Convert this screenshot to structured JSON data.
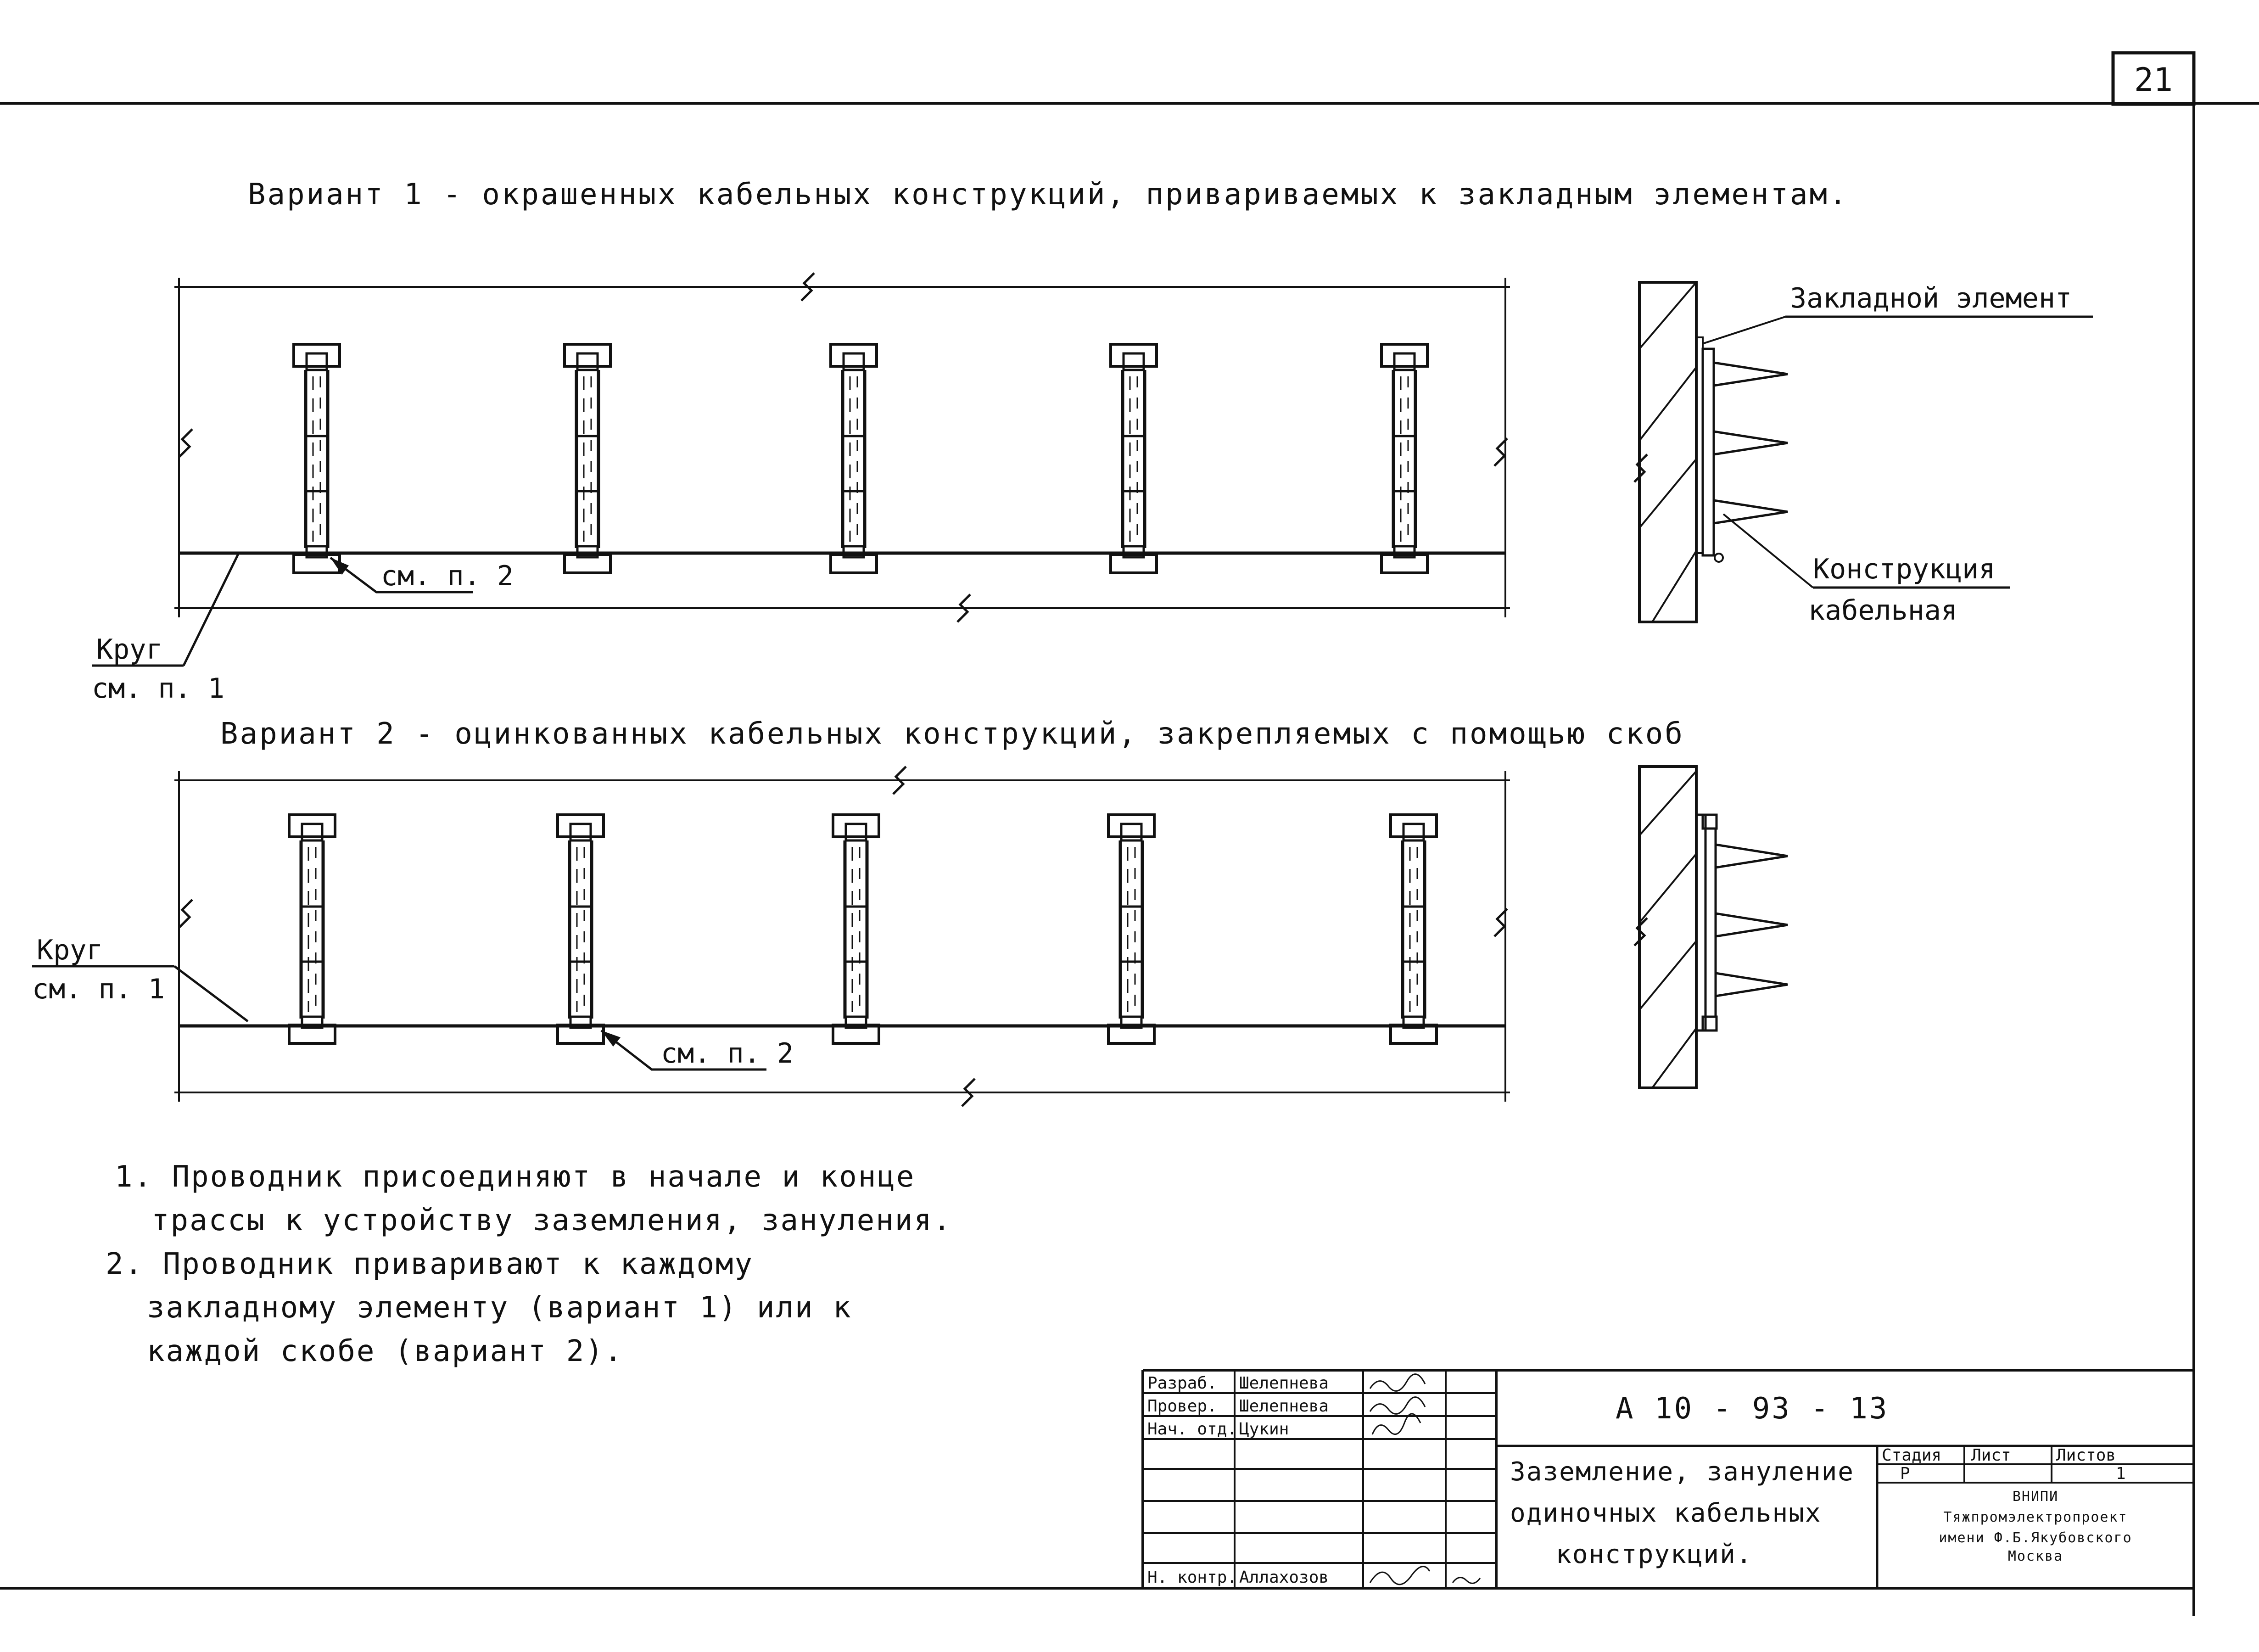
{
  "sheet": {
    "number": "21"
  },
  "variant1": {
    "title": "Вариант 1 - окрашенных кабельных конструкций, привариваемых к закладным элементам.",
    "callout_note": "см. п. 2",
    "wire_label": "Круг",
    "wire_note": "см. п. 1"
  },
  "variant2": {
    "title": "Вариант 2 - оцинкованных кабельных конструкций, закрепляемых с помощью скоб",
    "callout_note": "см. п. 2",
    "wire_label": "Круг",
    "wire_note": "см. п. 1"
  },
  "section": {
    "embedded_label": "Закладной элемент",
    "structure_label_1": "Конструкция",
    "structure_label_2": "кабельная"
  },
  "notes": [
    "1. Проводник присоединяют в начале и конце",
    "трассы к устройству заземления, зануления.",
    "2. Проводник приваривают к каждому",
    "закладному элементу (вариант 1) или к",
    "каждой скобе (вариант 2)."
  ],
  "title_block": {
    "code": "А 10 - 93 - 13",
    "rows": [
      {
        "role": "Разраб.",
        "name": "Шелепнева"
      },
      {
        "role": "Провер.",
        "name": "Шелепнева"
      },
      {
        "role": "Нач. отд.",
        "name": "Цукин"
      },
      {
        "role": "",
        "name": ""
      },
      {
        "role": "",
        "name": ""
      },
      {
        "role": "",
        "name": ""
      },
      {
        "role": "Н. контр.",
        "name": "Аллахозов"
      }
    ],
    "name_lines": [
      "Заземление, зануление",
      "одиночных кабельных",
      "конструкций."
    ],
    "stage_header": "Стадия",
    "sheet_header": "Лист",
    "sheets_header": "Листов",
    "stage_value": "Р",
    "sheets_value": "1",
    "org_lines": [
      "ВНИПИ",
      "Тяжпромэлектропроект",
      "имени Ф.Б.Якубовского",
      "Москва"
    ]
  }
}
